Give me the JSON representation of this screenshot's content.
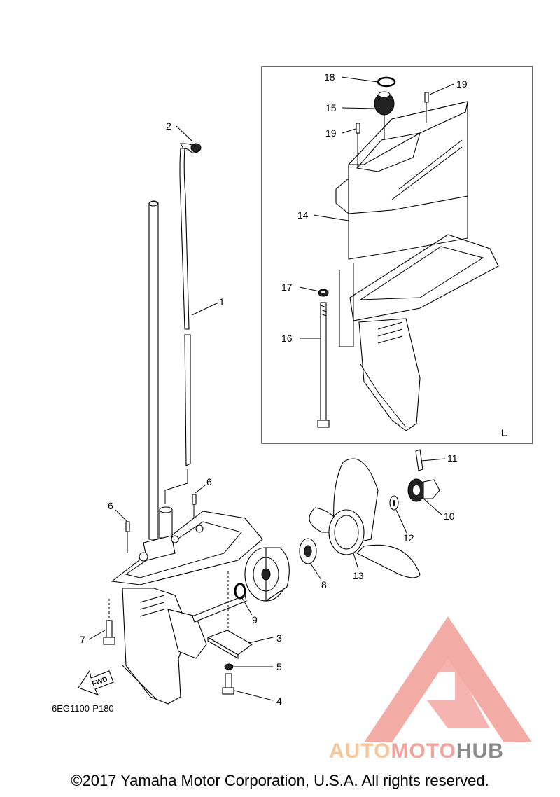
{
  "diagram": {
    "callouts": {
      "c1": "1",
      "c2": "2",
      "c3": "3",
      "c4": "4",
      "c5": "5",
      "c6a": "6",
      "c6b": "6",
      "c7": "7",
      "c8": "8",
      "c9": "9",
      "c10": "10",
      "c11": "11",
      "c12": "12",
      "c13": "13",
      "c14": "14",
      "c15": "15",
      "c16": "16",
      "c17": "17",
      "c18": "18",
      "c19a": "19",
      "c19b": "19"
    },
    "inset_letter": "L",
    "fwd_label": "FWD",
    "ref_code": "6EG1100-P180"
  },
  "watermark": {
    "word_auto": "AUTO",
    "word_moto": "MOTO",
    "word_hub": "HUB",
    "colors": {
      "auto": "#f6c79a",
      "moto": "#f2a39c",
      "hub": "#8a8a8a",
      "logo": "#f29d97"
    }
  },
  "footer": {
    "copyright": "©2017 Yamaha Motor Corporation, U.S.A. All rights reserved."
  }
}
